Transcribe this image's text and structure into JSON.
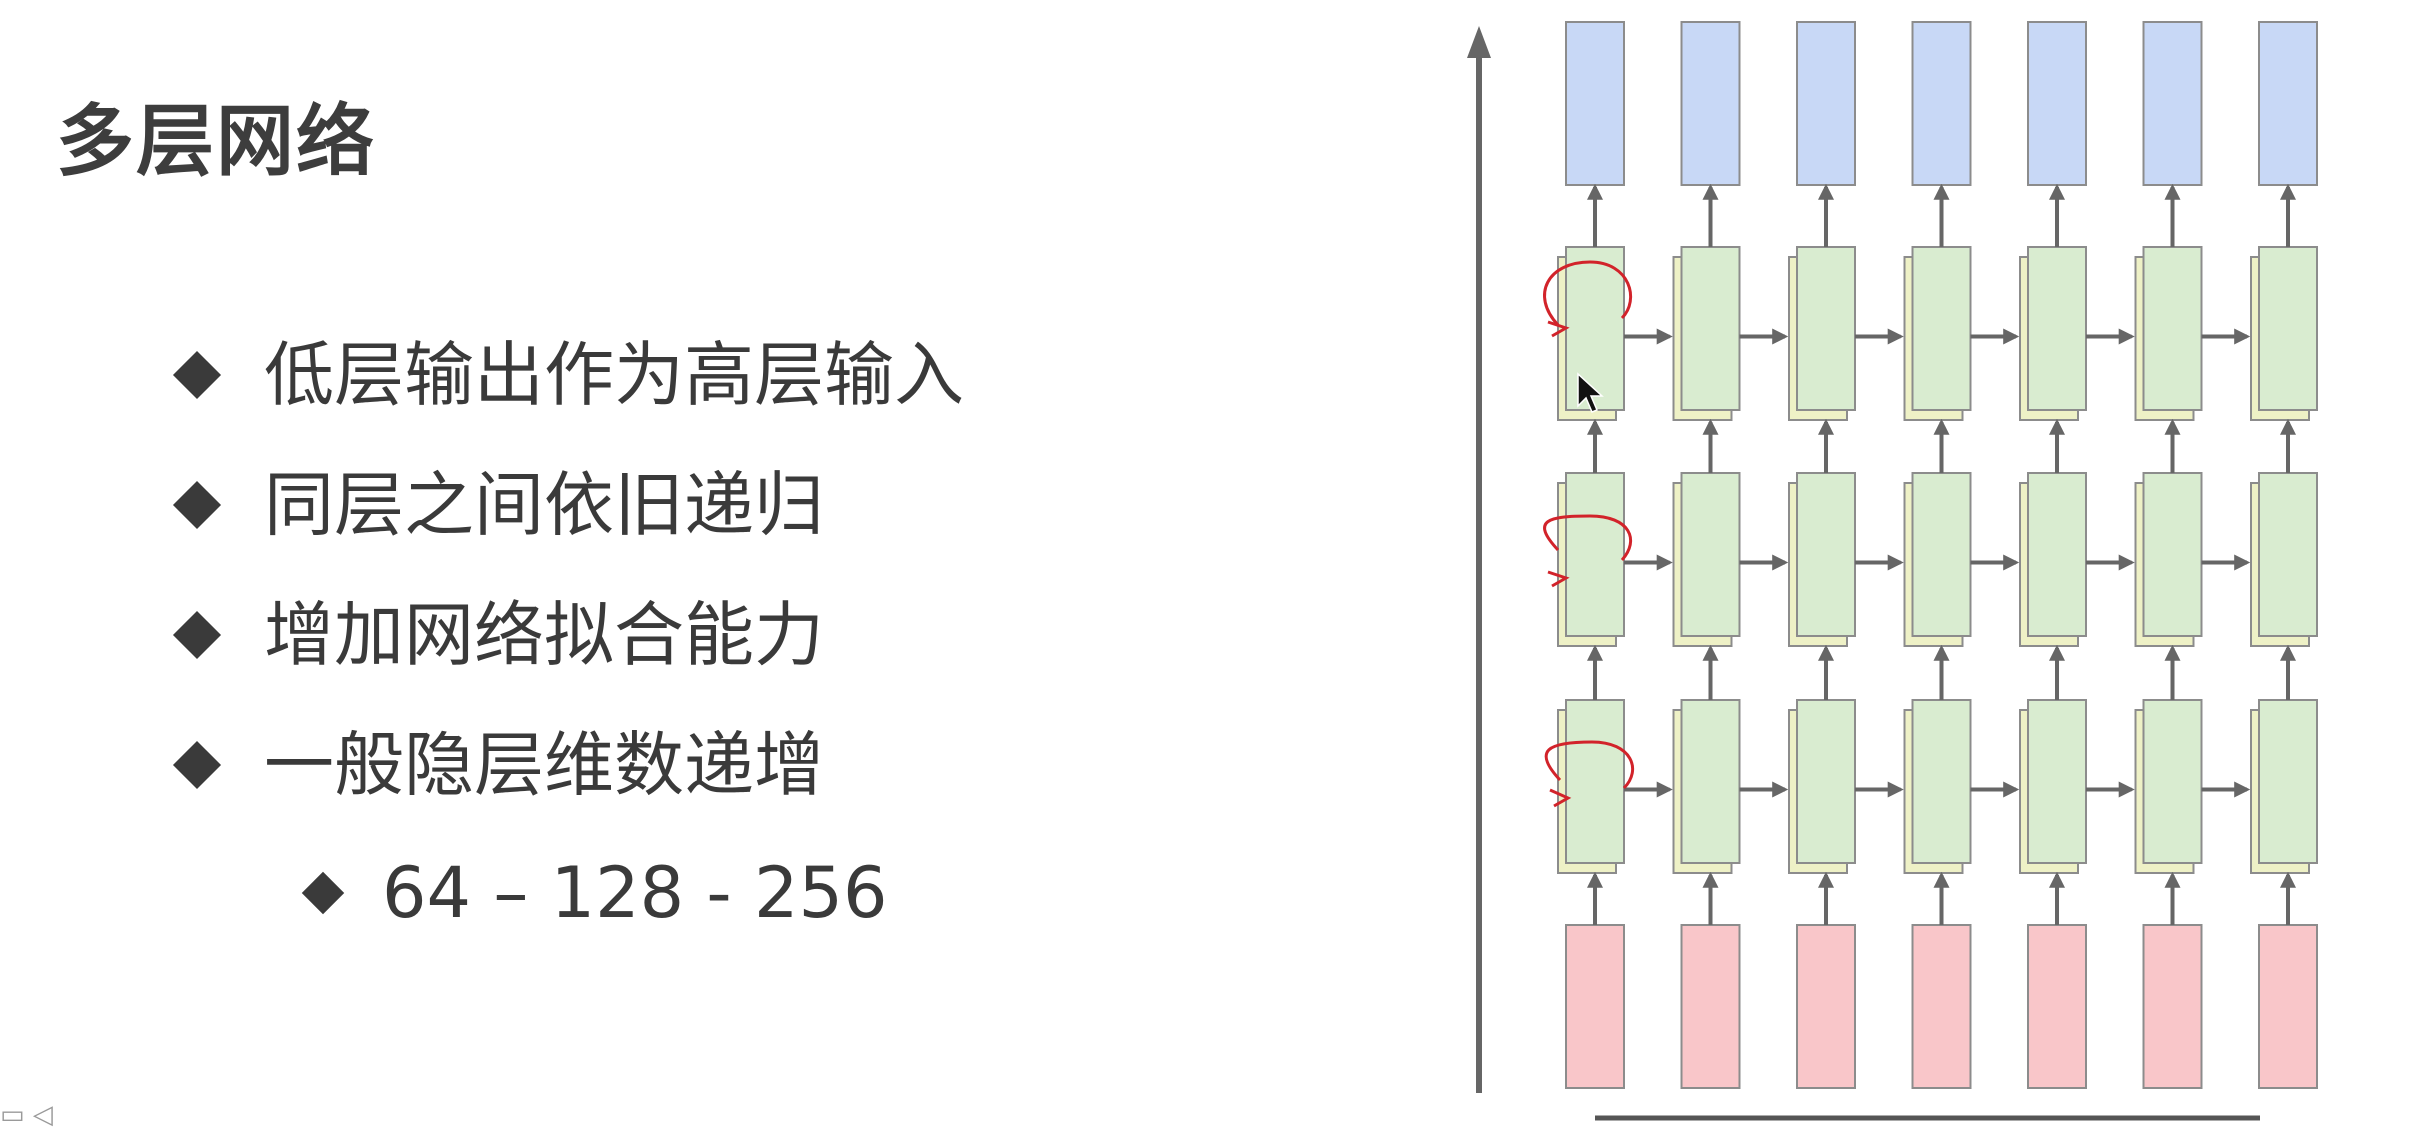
{
  "slide": {
    "title": "多层网络",
    "bullets": [
      "低层输出作为高层输入",
      "同层之间依旧递归",
      "增加网络拟合能力",
      "一般隐层维数递增"
    ],
    "sub_bullets": [
      "64 – 128 - 256"
    ]
  },
  "diagram": {
    "columns": 7,
    "hidden_layers": 3,
    "colors": {
      "input_fill": "#f9c6c9",
      "hidden_fill": "#d9ecd0",
      "hidden_back_fill": "#eef1c6",
      "output_fill": "#c8d8f6",
      "box_stroke": "#8c8c8c",
      "arrow": "#666666",
      "annotation": "#d2232a"
    }
  }
}
